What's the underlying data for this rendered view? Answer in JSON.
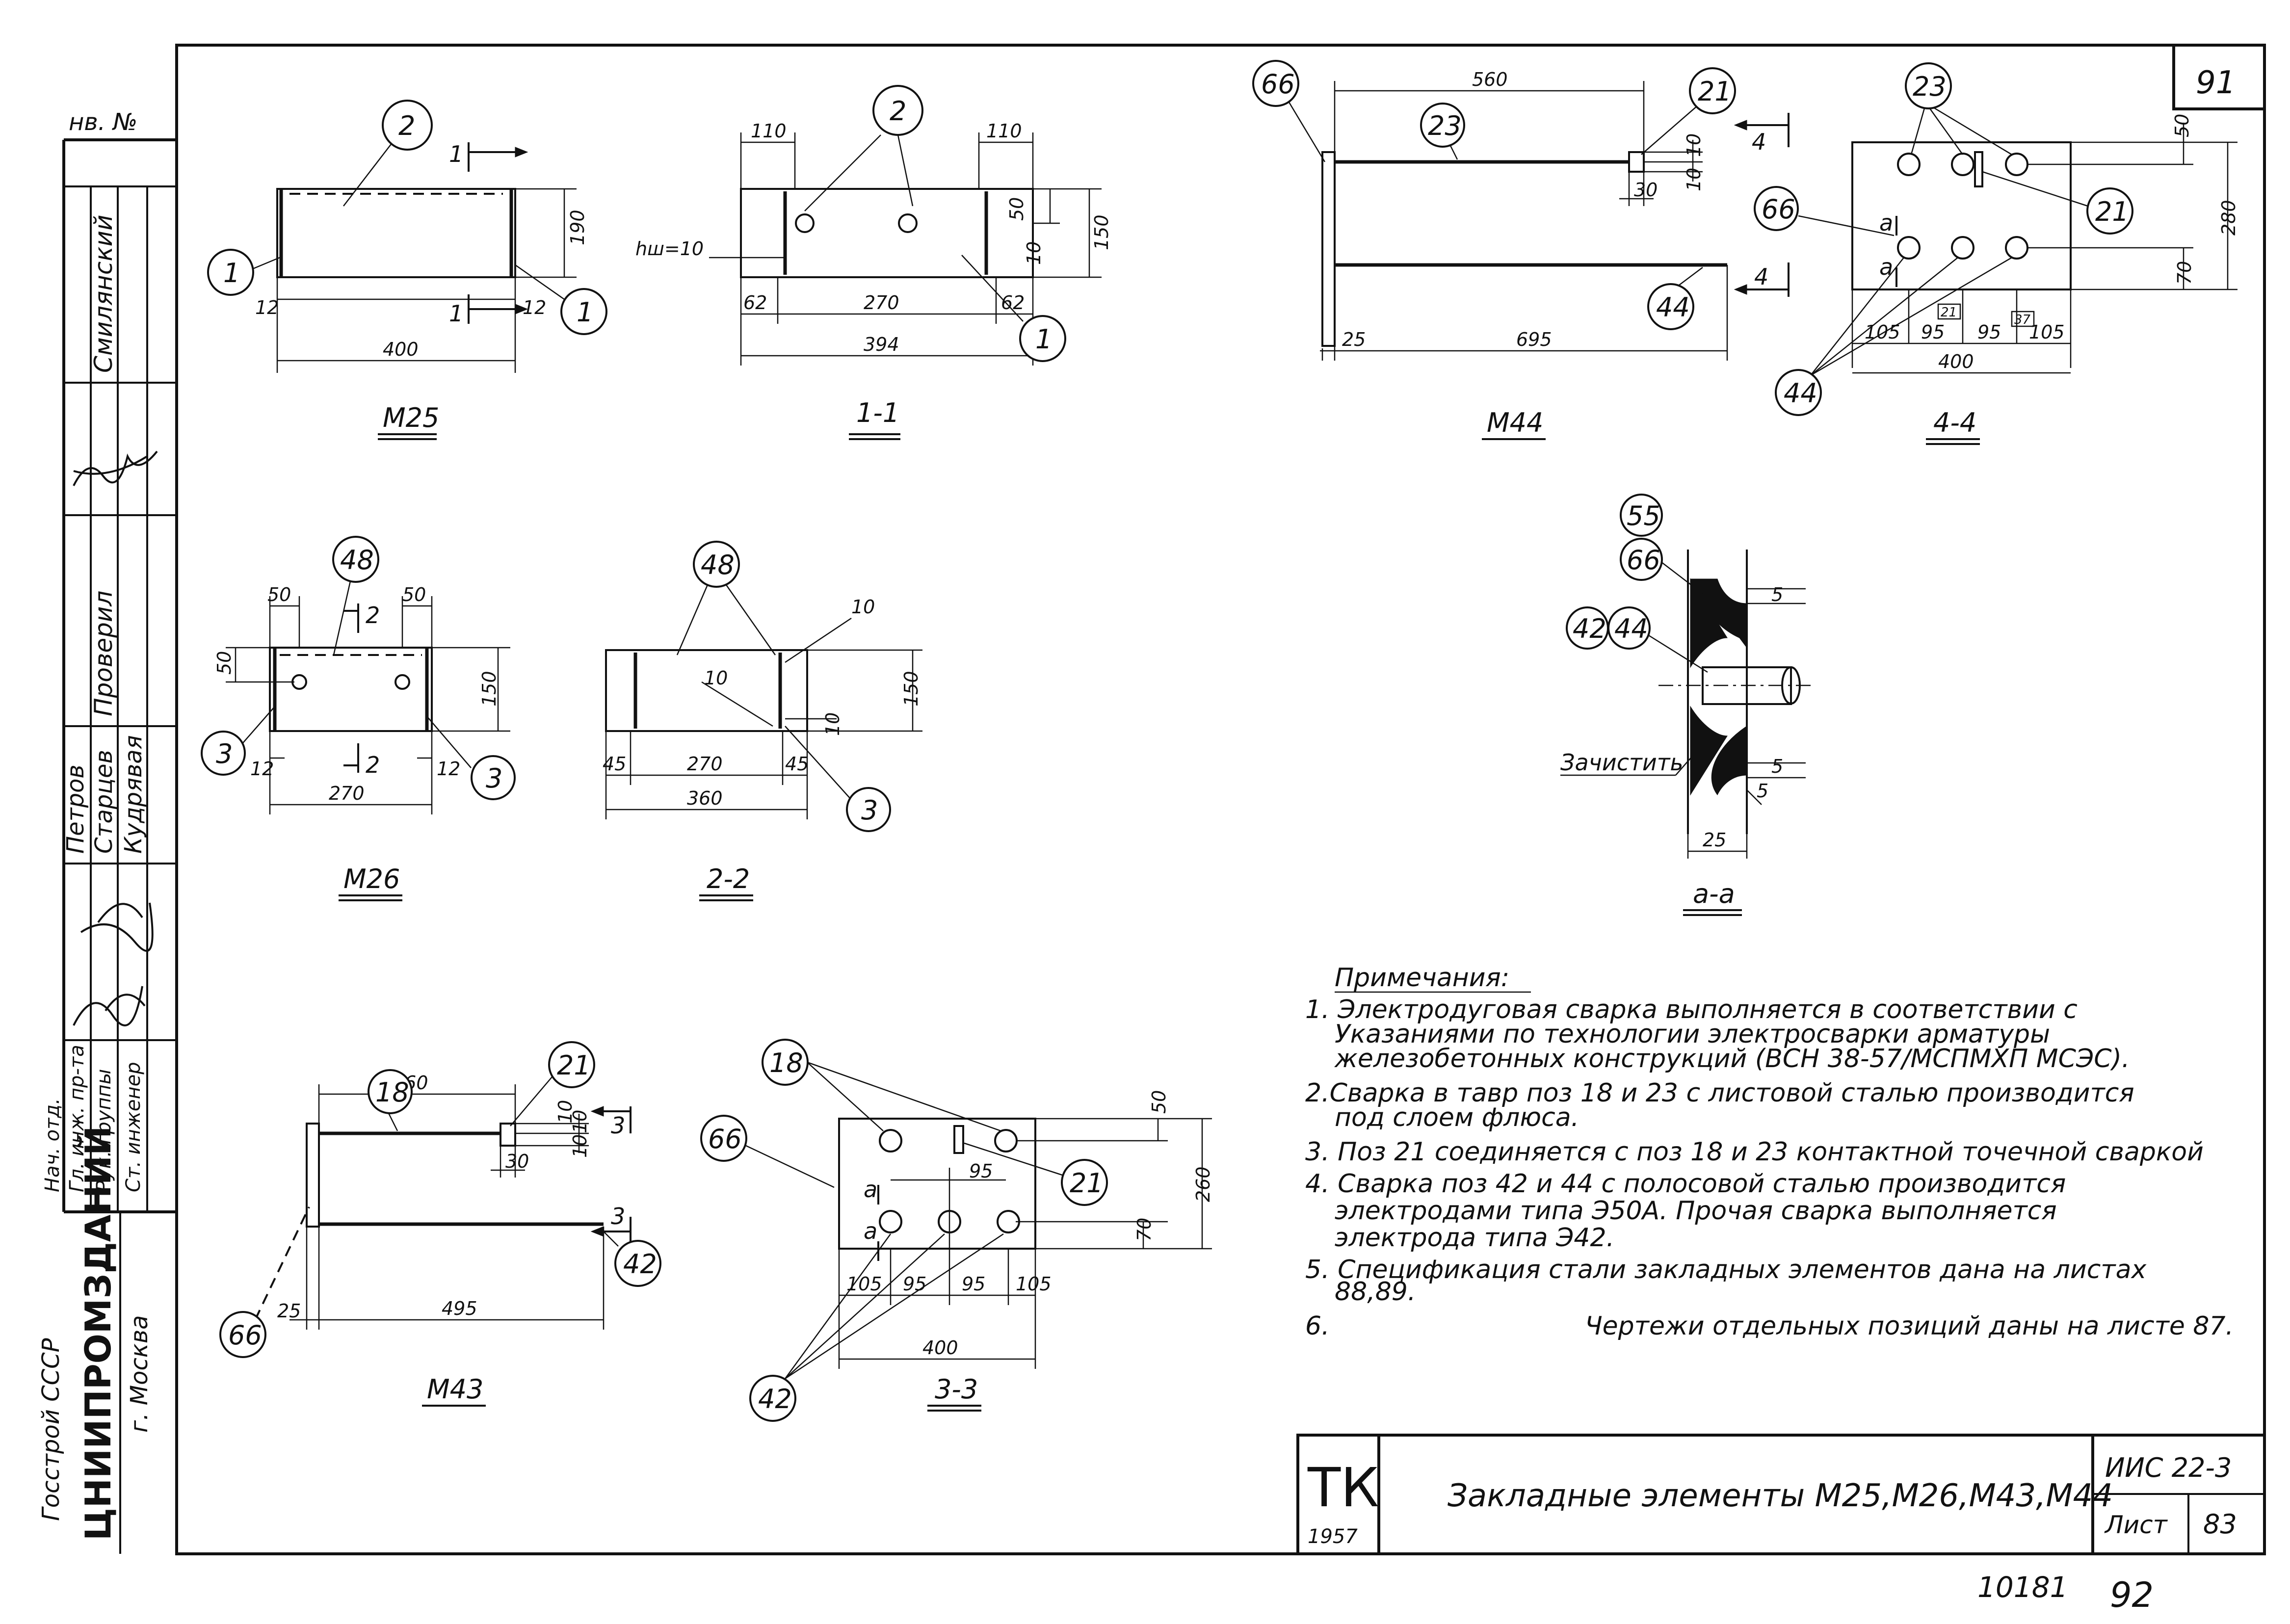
{
  "sheet": {
    "page_number": "91",
    "bottom_number_left": "10181",
    "bottom_number_right": "92"
  },
  "title_block": {
    "logo": "ТК",
    "year": "1957",
    "title": "Закладные элементы М25,М26,М43,М44",
    "series": "ИИС 22-3",
    "sheet_label": "Лист",
    "sheet_number": "83"
  },
  "side_stamp": {
    "inv_label": "нв. №",
    "organisation": "ЦНИИПРОМЗДАНИЙ",
    "ministry": "Госстрой СССР",
    "city": "г. Москва",
    "roles": [
      "Нач. отд.",
      "Гл. инж. пр-та",
      "Рук. группы",
      "Ст. инженер"
    ],
    "names": [
      "Петров",
      "Старцев",
      "Кудрявая"
    ],
    "checked_label": "Проверил",
    "checked_name": "Смилянский"
  },
  "views": {
    "m25": {
      "caption": "М25",
      "dims": [
        "400",
        "12",
        "12",
        "190"
      ],
      "section_mark": "1"
    },
    "s11": {
      "caption": "1-1",
      "dims": [
        "110",
        "110",
        "50",
        "150",
        "10",
        "62",
        "270",
        "62",
        "394"
      ],
      "weld": "hш=10"
    },
    "m26": {
      "caption": "М26",
      "dims": [
        "50",
        "50",
        "50",
        "150",
        "12",
        "12",
        "270"
      ],
      "section_mark": "2"
    },
    "s22": {
      "caption": "2-2",
      "dims": [
        "45",
        "270",
        "45",
        "360",
        "150",
        "10",
        "10",
        "10"
      ]
    },
    "m43": {
      "caption": "М43",
      "dims": [
        "360",
        "10",
        "10",
        "10",
        "30",
        "25",
        "495"
      ],
      "section_mark": "3"
    },
    "s33": {
      "caption": "3-3",
      "dims": [
        "50",
        "260",
        "95",
        "70",
        "105",
        "95",
        "95",
        "105",
        "400"
      ],
      "mark": "а"
    },
    "m44": {
      "caption": "М44",
      "dims": [
        "560",
        "10",
        "10",
        "30",
        "25",
        "695"
      ],
      "section_mark": "4"
    },
    "s44": {
      "caption": "4-4",
      "dims": [
        "50",
        "280",
        "70",
        "105",
        "95",
        "95",
        "105",
        "400"
      ],
      "tags": [
        "21",
        "37"
      ],
      "mark": "а"
    },
    "saa": {
      "caption": "а-а",
      "dims": [
        "25",
        "5",
        "5",
        "5"
      ],
      "label": "Зачистить"
    }
  },
  "bubbles": {
    "m25": [
      "2",
      "1",
      "1"
    ],
    "s11": [
      "2",
      "1"
    ],
    "m26": [
      "48",
      "3",
      "3"
    ],
    "s22": [
      "48",
      "3"
    ],
    "m43": [
      "21",
      "18",
      "66",
      "42"
    ],
    "s33": [
      "18",
      "66",
      "21",
      "42"
    ],
    "m44": [
      "66",
      "23",
      "21",
      "44"
    ],
    "s44": [
      "23",
      "66",
      "21",
      "44"
    ],
    "saa": [
      "55",
      "66",
      "42",
      "44"
    ]
  },
  "notes": {
    "heading": "Примечания:",
    "lines": [
      "1. Электродуговая сварка выполняется в соответствии с",
      "Указаниями по технологии электросварки арматуры",
      "железобетонных конструкций (ВСН 38-57/МСПМХП МСЭС).",
      "2.Сварка в тавр поз 18 и 23 с листовой сталью производится",
      "под слоем флюса.",
      "3. Поз 21 соединяется с поз 18 и 23 контактной точечной сваркой",
      "4. Сварка поз 42 и 44 с полосовой сталью производится",
      "электродами типа Э50А. Прочая сварка выполняется",
      "электрода типа Э42.",
      "5. Спецификация стали закладных элементов дана на листах",
      "88,89.",
      "6.",
      "Чертежи отдельных позиций даны на листе 87."
    ]
  }
}
